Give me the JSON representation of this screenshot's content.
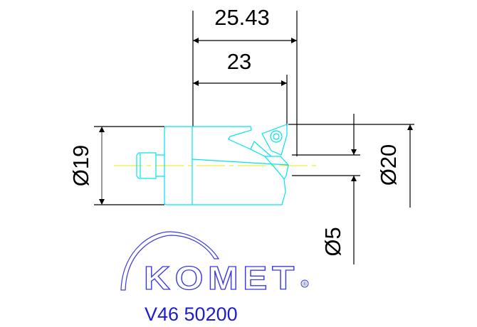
{
  "dimensions": {
    "overall_length": "25.43",
    "length": "23",
    "shank_diameter": "Ø19",
    "cutting_diameter": "Ø20",
    "bore_diameter": "Ø5"
  },
  "logo": {
    "brand": "KOMET",
    "registered": "®"
  },
  "part_number": "V46 50200",
  "colors": {
    "tool_outline": "#00e5ee",
    "centerline": "#e8e800",
    "dimension": "#000000",
    "logo": "#3a3ae0"
  }
}
